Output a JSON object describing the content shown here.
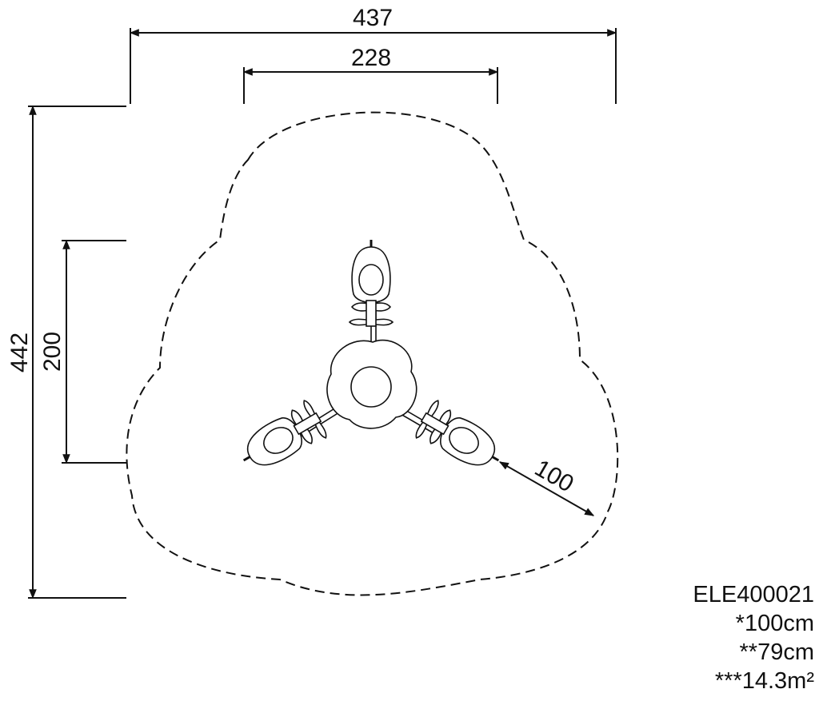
{
  "dimensions": {
    "overall_width": "437",
    "inner_width": "228",
    "overall_height": "442",
    "inner_height": "200",
    "radius": "100"
  },
  "info": {
    "code": "ELE400021",
    "line1": "*100cm",
    "line2": "**79cm",
    "line3": "***14.3m²"
  }
}
